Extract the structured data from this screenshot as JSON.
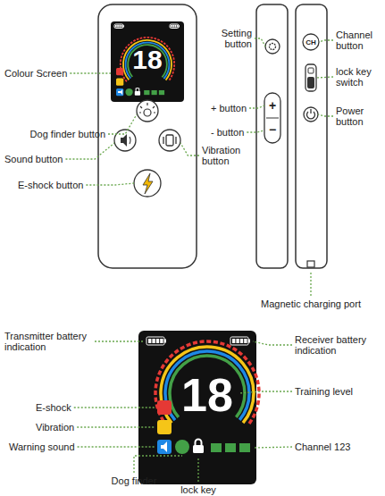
{
  "diagram": {
    "labels": [
      "Colour Screen",
      "Dog finder button",
      "Sound button",
      "E-shock button",
      "Vibration button",
      "Setting button",
      "+ button",
      "- button",
      "Channel button",
      "lock key switch",
      "Power button",
      "Magnetic charging port",
      "Transmitter battery indication",
      "Receiver battery indication",
      "Training level",
      "E-shock",
      "Vibration",
      "Warning sound",
      "Dog finder",
      "lock key",
      "Channel 123",
      "18",
      "18",
      "CH",
      "+",
      "−"
    ]
  }
}
